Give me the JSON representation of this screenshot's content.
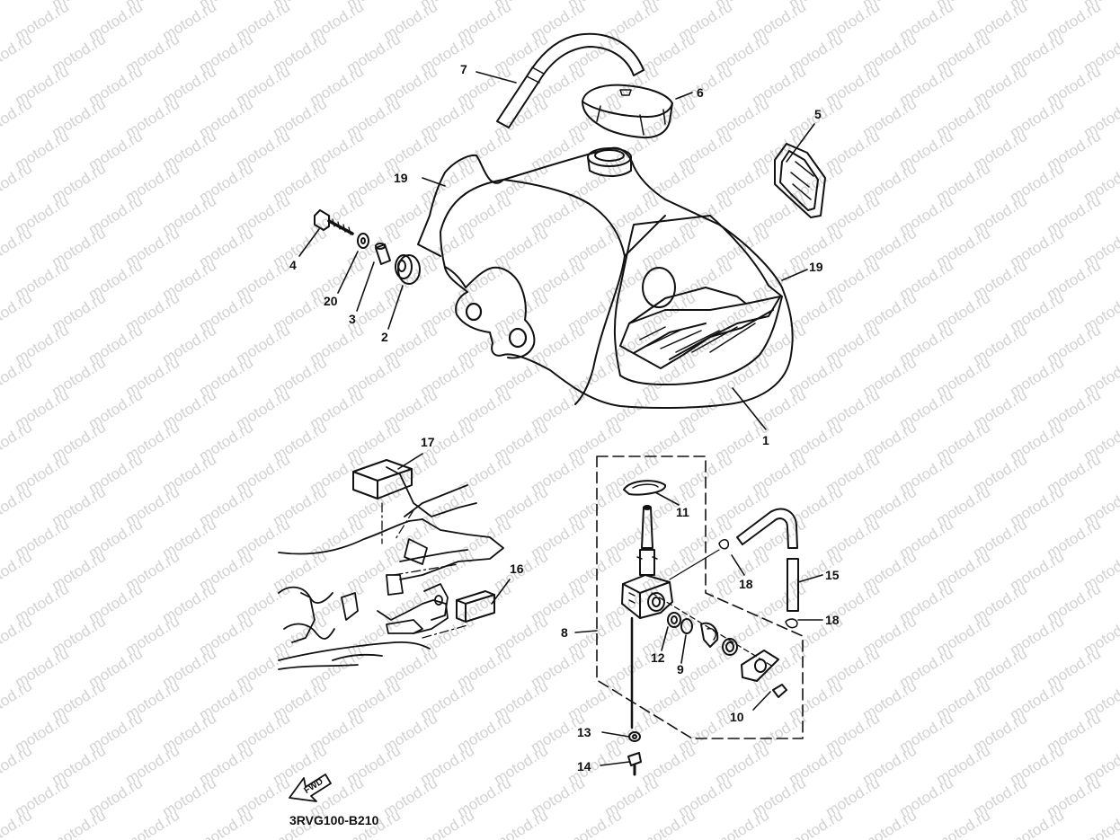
{
  "watermark": {
    "text": "motod.ru",
    "color": "#d2d2d2"
  },
  "drawing_code": "3RVG100-B210",
  "direction_arrow": {
    "label": "FWD"
  },
  "callouts": [
    {
      "id": "c1",
      "label": "1"
    },
    {
      "id": "c2",
      "label": "2"
    },
    {
      "id": "c3",
      "label": "3"
    },
    {
      "id": "c4",
      "label": "4"
    },
    {
      "id": "c5",
      "label": "5"
    },
    {
      "id": "c6",
      "label": "6"
    },
    {
      "id": "c7",
      "label": "7"
    },
    {
      "id": "c8",
      "label": "8"
    },
    {
      "id": "c9",
      "label": "9"
    },
    {
      "id": "c10",
      "label": "10"
    },
    {
      "id": "c11",
      "label": "11"
    },
    {
      "id": "c12",
      "label": "12"
    },
    {
      "id": "c13",
      "label": "13"
    },
    {
      "id": "c14",
      "label": "14"
    },
    {
      "id": "c15",
      "label": "15"
    },
    {
      "id": "c16",
      "label": "16"
    },
    {
      "id": "c17",
      "label": "17"
    },
    {
      "id": "c18a",
      "label": "18"
    },
    {
      "id": "c18b",
      "label": "18"
    },
    {
      "id": "c19a",
      "label": "19"
    },
    {
      "id": "c19b",
      "label": "19"
    },
    {
      "id": "c20",
      "label": "20"
    }
  ]
}
